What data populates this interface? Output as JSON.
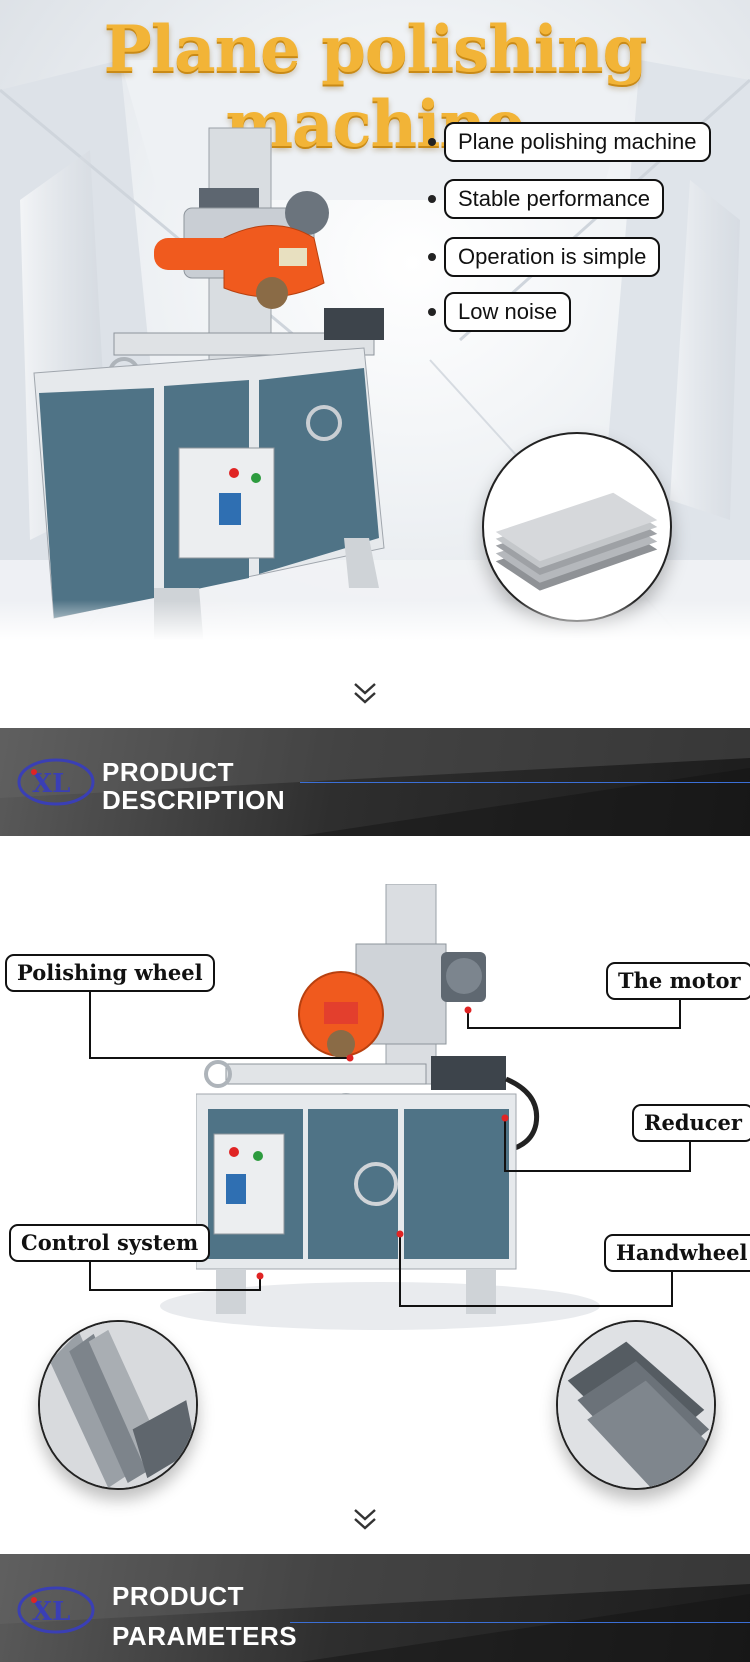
{
  "hero": {
    "title": "Plane polishing machine",
    "features": [
      "Plane polishing machine",
      "Stable performance",
      "Operation is simple",
      "Low noise"
    ]
  },
  "sections": {
    "description": {
      "line1": "PRODUCT",
      "line2": "DESCRIPTION"
    },
    "parameters": {
      "line1": "PRODUCT",
      "line2": "PARAMETERS"
    }
  },
  "callouts": {
    "polishing_wheel": "Polishing wheel",
    "motor": "The motor",
    "reducer": "Reducer",
    "control_system": "Control system",
    "handwheel": "Handwheel"
  },
  "icons": {
    "scroll": "chevron-double-down-icon",
    "logo": "brand-logo"
  },
  "colors": {
    "title": "#f2b437",
    "banner": "#2e2e2e",
    "accent_line": "#3b6fd6",
    "machine_panel": "#4f7386",
    "machine_frame": "#e4e7ea",
    "guard": "#f05a1e",
    "marker": "#e02424"
  }
}
